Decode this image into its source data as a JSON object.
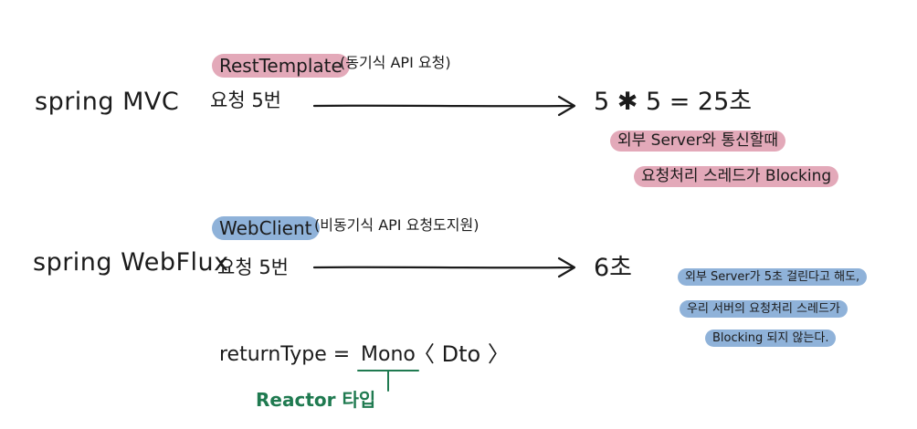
{
  "colors": {
    "pink_highlight": "#e3a9b9",
    "blue_highlight": "#8fb2d9",
    "reactor_green": "#1f7a50",
    "ink": "#1b1b1b"
  },
  "mvc": {
    "title": "spring MVC",
    "client_label": "RestTemplate",
    "client_desc": "(동기식 API 요청)",
    "request": "요청 5번",
    "result": "5 ✱ 5  = 25초",
    "note_line1": "외부 Server와 통신할때",
    "note_line2": "요청처리 스레드가 Blocking"
  },
  "webflux": {
    "title": "spring WebFlux",
    "client_label": "WebClient",
    "client_desc": "(비동기식 API 요청도지원)",
    "request": "요청 5번",
    "result": "6초",
    "note_line1": "외부 Server가 5초 걸린다고 해도,",
    "note_line2": "우리 서버의 요청처리 스레드가",
    "note_line3": "Blocking 되지 않는다.",
    "return_type": "returnType =",
    "mono": "Mono",
    "generic": "〈 Dto 〉",
    "reactor_label": "Reactor 타입"
  }
}
